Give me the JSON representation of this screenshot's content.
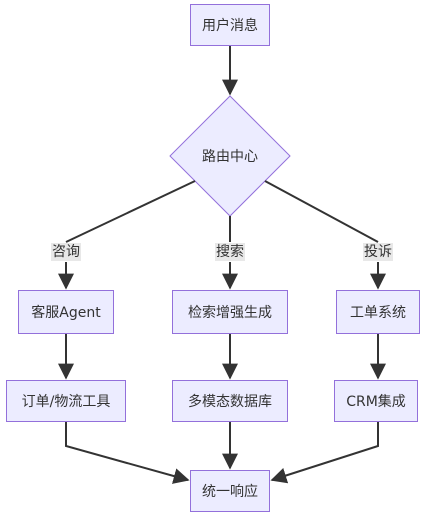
{
  "nodes": {
    "user_message": "用户消息",
    "router": "路由中心",
    "customer_agent": "客服Agent",
    "rag": "检索增强生成",
    "ticket_system": "工单系统",
    "order_tools": "订单/物流工具",
    "multimodal_db": "多模态数据库",
    "crm": "CRM集成",
    "response": "统一响应"
  },
  "edge_labels": {
    "consult": "咨询",
    "search": "搜索",
    "complaint": "投诉"
  }
}
